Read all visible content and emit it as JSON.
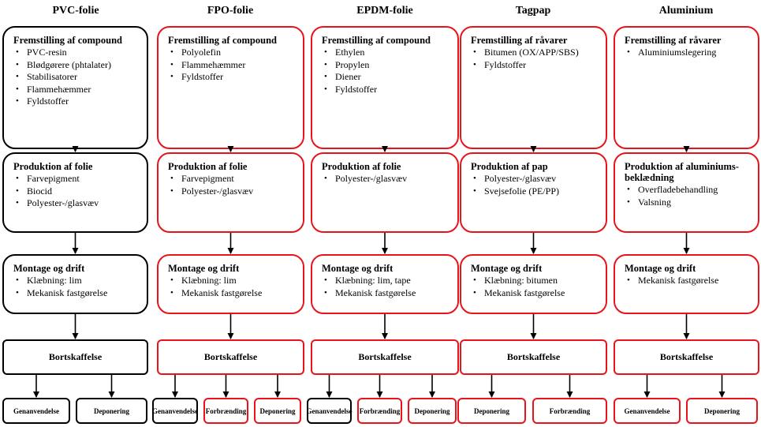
{
  "columns": [
    {
      "title": "PVC-folie",
      "boxes": [
        {
          "title": "Fremstilling af compound",
          "items": [
            "PVC-resin",
            "Blødgørere (phtalater)",
            "Stabilisatorer",
            "Flammehæmmer",
            "Fyldstoffer"
          ]
        },
        {
          "title": "Produktion af folie",
          "items": [
            "Farvepigment",
            "Biocid",
            "Polyester-/glasvæv"
          ]
        },
        {
          "title": "Montage og drift",
          "items": [
            "Klæbning: lim",
            "Mekanisk fastgørelse"
          ]
        }
      ],
      "disposal": "Bortskaffelse",
      "endpoints": [
        "Genanvendelse",
        "Deponering"
      ]
    },
    {
      "title": "FPO-folie",
      "boxes": [
        {
          "title": "Fremstilling af compound",
          "items": [
            "Polyolefin",
            "Flammehæmmer",
            "Fyldstoffer"
          ]
        },
        {
          "title": "Produktion af folie",
          "items": [
            "Farvepigment",
            "Polyester-/glasvæv"
          ]
        },
        {
          "title": "Montage og drift",
          "items": [
            "Klæbning: lim",
            "Mekanisk fastgørelse"
          ]
        }
      ],
      "disposal": "Bortskaffelse",
      "endpoints": [
        "Genanvendelse",
        "Forbrænding",
        "Deponering"
      ]
    },
    {
      "title": "EPDM-folie",
      "boxes": [
        {
          "title": "Fremstilling af compound",
          "items": [
            "Ethylen",
            "Propylen",
            "Diener",
            "Fyldstoffer"
          ]
        },
        {
          "title": "Produktion af folie",
          "items": [
            "Polyester-/glasvæv"
          ]
        },
        {
          "title": "Montage og drift",
          "items": [
            "Klæbning: lim, tape",
            "Mekanisk fastgørelse"
          ]
        }
      ],
      "disposal": "Bortskaffelse",
      "endpoints": [
        "Genanvendelse",
        "Forbrænding",
        "Deponering"
      ]
    },
    {
      "title": "Tagpap",
      "boxes": [
        {
          "title": "Fremstilling af råvarer",
          "items": [
            "Bitumen (OX/APP/SBS)",
            "Fyldstoffer"
          ]
        },
        {
          "title": "Produktion af pap",
          "items": [
            "Polyester-/glasvæv",
            "Svejsefolie (PE/PP)"
          ]
        },
        {
          "title": "Montage og drift",
          "items": [
            "Klæbning: bitumen",
            "Mekanisk fastgørelse"
          ]
        }
      ],
      "disposal": "Bortskaffelse",
      "endpoints": [
        "Deponering",
        "Forbrænding"
      ]
    },
    {
      "title": "Aluminium",
      "boxes": [
        {
          "title": "Fremstilling af råvarer",
          "items": [
            "Aluminiumslegering"
          ]
        },
        {
          "title": "Produktion af aluminiums-beklædning",
          "items": [
            "Overfladebehandling",
            "Valsning"
          ]
        },
        {
          "title": "Montage og drift",
          "items": [
            "Mekanisk fastgørelse"
          ]
        }
      ],
      "disposal": "Bortskaffelse",
      "endpoints": [
        "Genanvendelse",
        "Deponering"
      ]
    }
  ],
  "colors": {
    "black_border": "#000000",
    "red_border": "#e8141c"
  }
}
